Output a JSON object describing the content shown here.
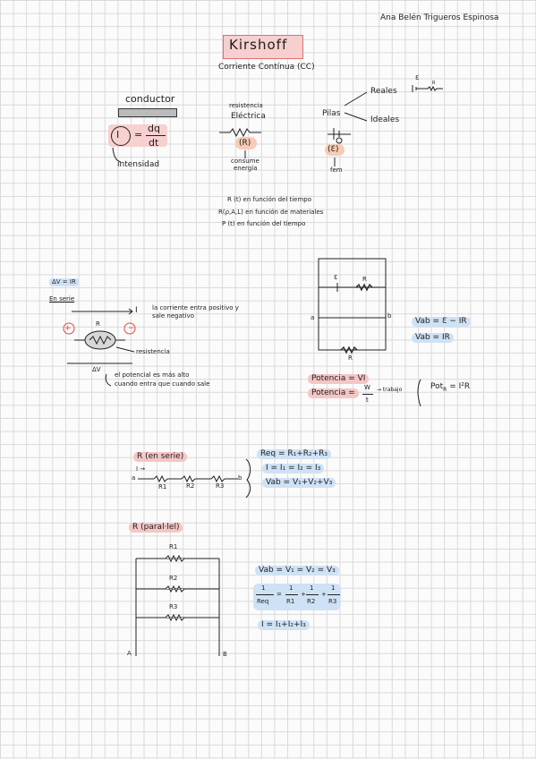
{
  "author": "Ana Belén Trigueros Espinosa",
  "title": "Kirshoff",
  "subtitle": "Corriente Contínua (CC)",
  "conductor": {
    "label": "conductor",
    "formula_lhs": "I",
    "formula_eq": "=",
    "formula_num": "dq",
    "formula_den": "dt",
    "intensity_label": "intensidad"
  },
  "resistance": {
    "label_line1": "resistencia",
    "label_line2": "Eléctrica",
    "symbol": "(R)",
    "arrow_note_line1": "consume",
    "arrow_note_line2": "energía"
  },
  "batteries": {
    "label": "Pilas",
    "reales": "Reales",
    "ideales": "Ideales",
    "emf_symbol": "(Ɛ)",
    "fem": "fem",
    "battery_eps": "Ɛ",
    "battery_r": "R"
  },
  "functions": [
    "R (t)  en función del tiempo",
    "R(ρ,A,L)  en función de materiales",
    "P (t) en función del tiempo"
  ],
  "ohm": "ΔV = IR",
  "series_heading": "En serie",
  "current_note_line1": "la corriente entra positivo y",
  "current_note_line2": "sale negativo",
  "current_symbol": "I",
  "plus": "+",
  "minus": "−",
  "resistor_R": "R",
  "resistencia_label": "resistencia",
  "delta_v": "ΔV",
  "potential_note_line1": "el potencial es más alto",
  "potential_note_line2": "cuando entra que cuando sale",
  "circuit": {
    "eps": "Ɛ",
    "r_top": "R",
    "r_bottom": "R",
    "node_a": "a",
    "node_b": "b"
  },
  "vab_1": "Vab = Ɛ − IR",
  "vab_2": "Vab = IR",
  "potencia_1": "Potencia = VI",
  "potencia_2_lhs": "Potencia =",
  "potencia_2_num": "W",
  "potencia_2_den": "t",
  "trabajo": "→ trabajo",
  "pot_r": "Pot",
  "pot_r_sub": "R",
  "pot_r_rhs": "= I²R",
  "series": {
    "heading": "R (en serie)",
    "current": "I →",
    "a": "a",
    "b": "b",
    "r1": "R1",
    "r2": "R2",
    "r3": "R3",
    "eq1": "Req = R₁+R₂+R₃",
    "eq2": "I = I₁ = I₂ = I₃",
    "eq3": "Vab = V₁+V₂+V₃"
  },
  "parallel": {
    "heading": "R (paral·lel)",
    "r1": "R1",
    "r2": "R2",
    "r3": "R3",
    "A": "A",
    "B": "B",
    "eq1": "Vab = V₁ = V₂ = V₃",
    "eq2_lhs_num": "1",
    "eq2_lhs_den": "Req",
    "eq2_rhs": "=",
    "eq2_t1_num": "1",
    "eq2_t1_den": "R1",
    "eq2_t2_num": "1",
    "eq2_t2_den": "R2",
    "eq2_t3_num": "1",
    "eq2_t3_den": "R3",
    "eq3": "I = I₁+I₂+I₃"
  },
  "colors": {
    "ink": "#1e1e1e",
    "pink": "#f5c6c6",
    "blue": "#cfe2f5",
    "peach": "#f7d2bf",
    "red": "#e04848"
  }
}
